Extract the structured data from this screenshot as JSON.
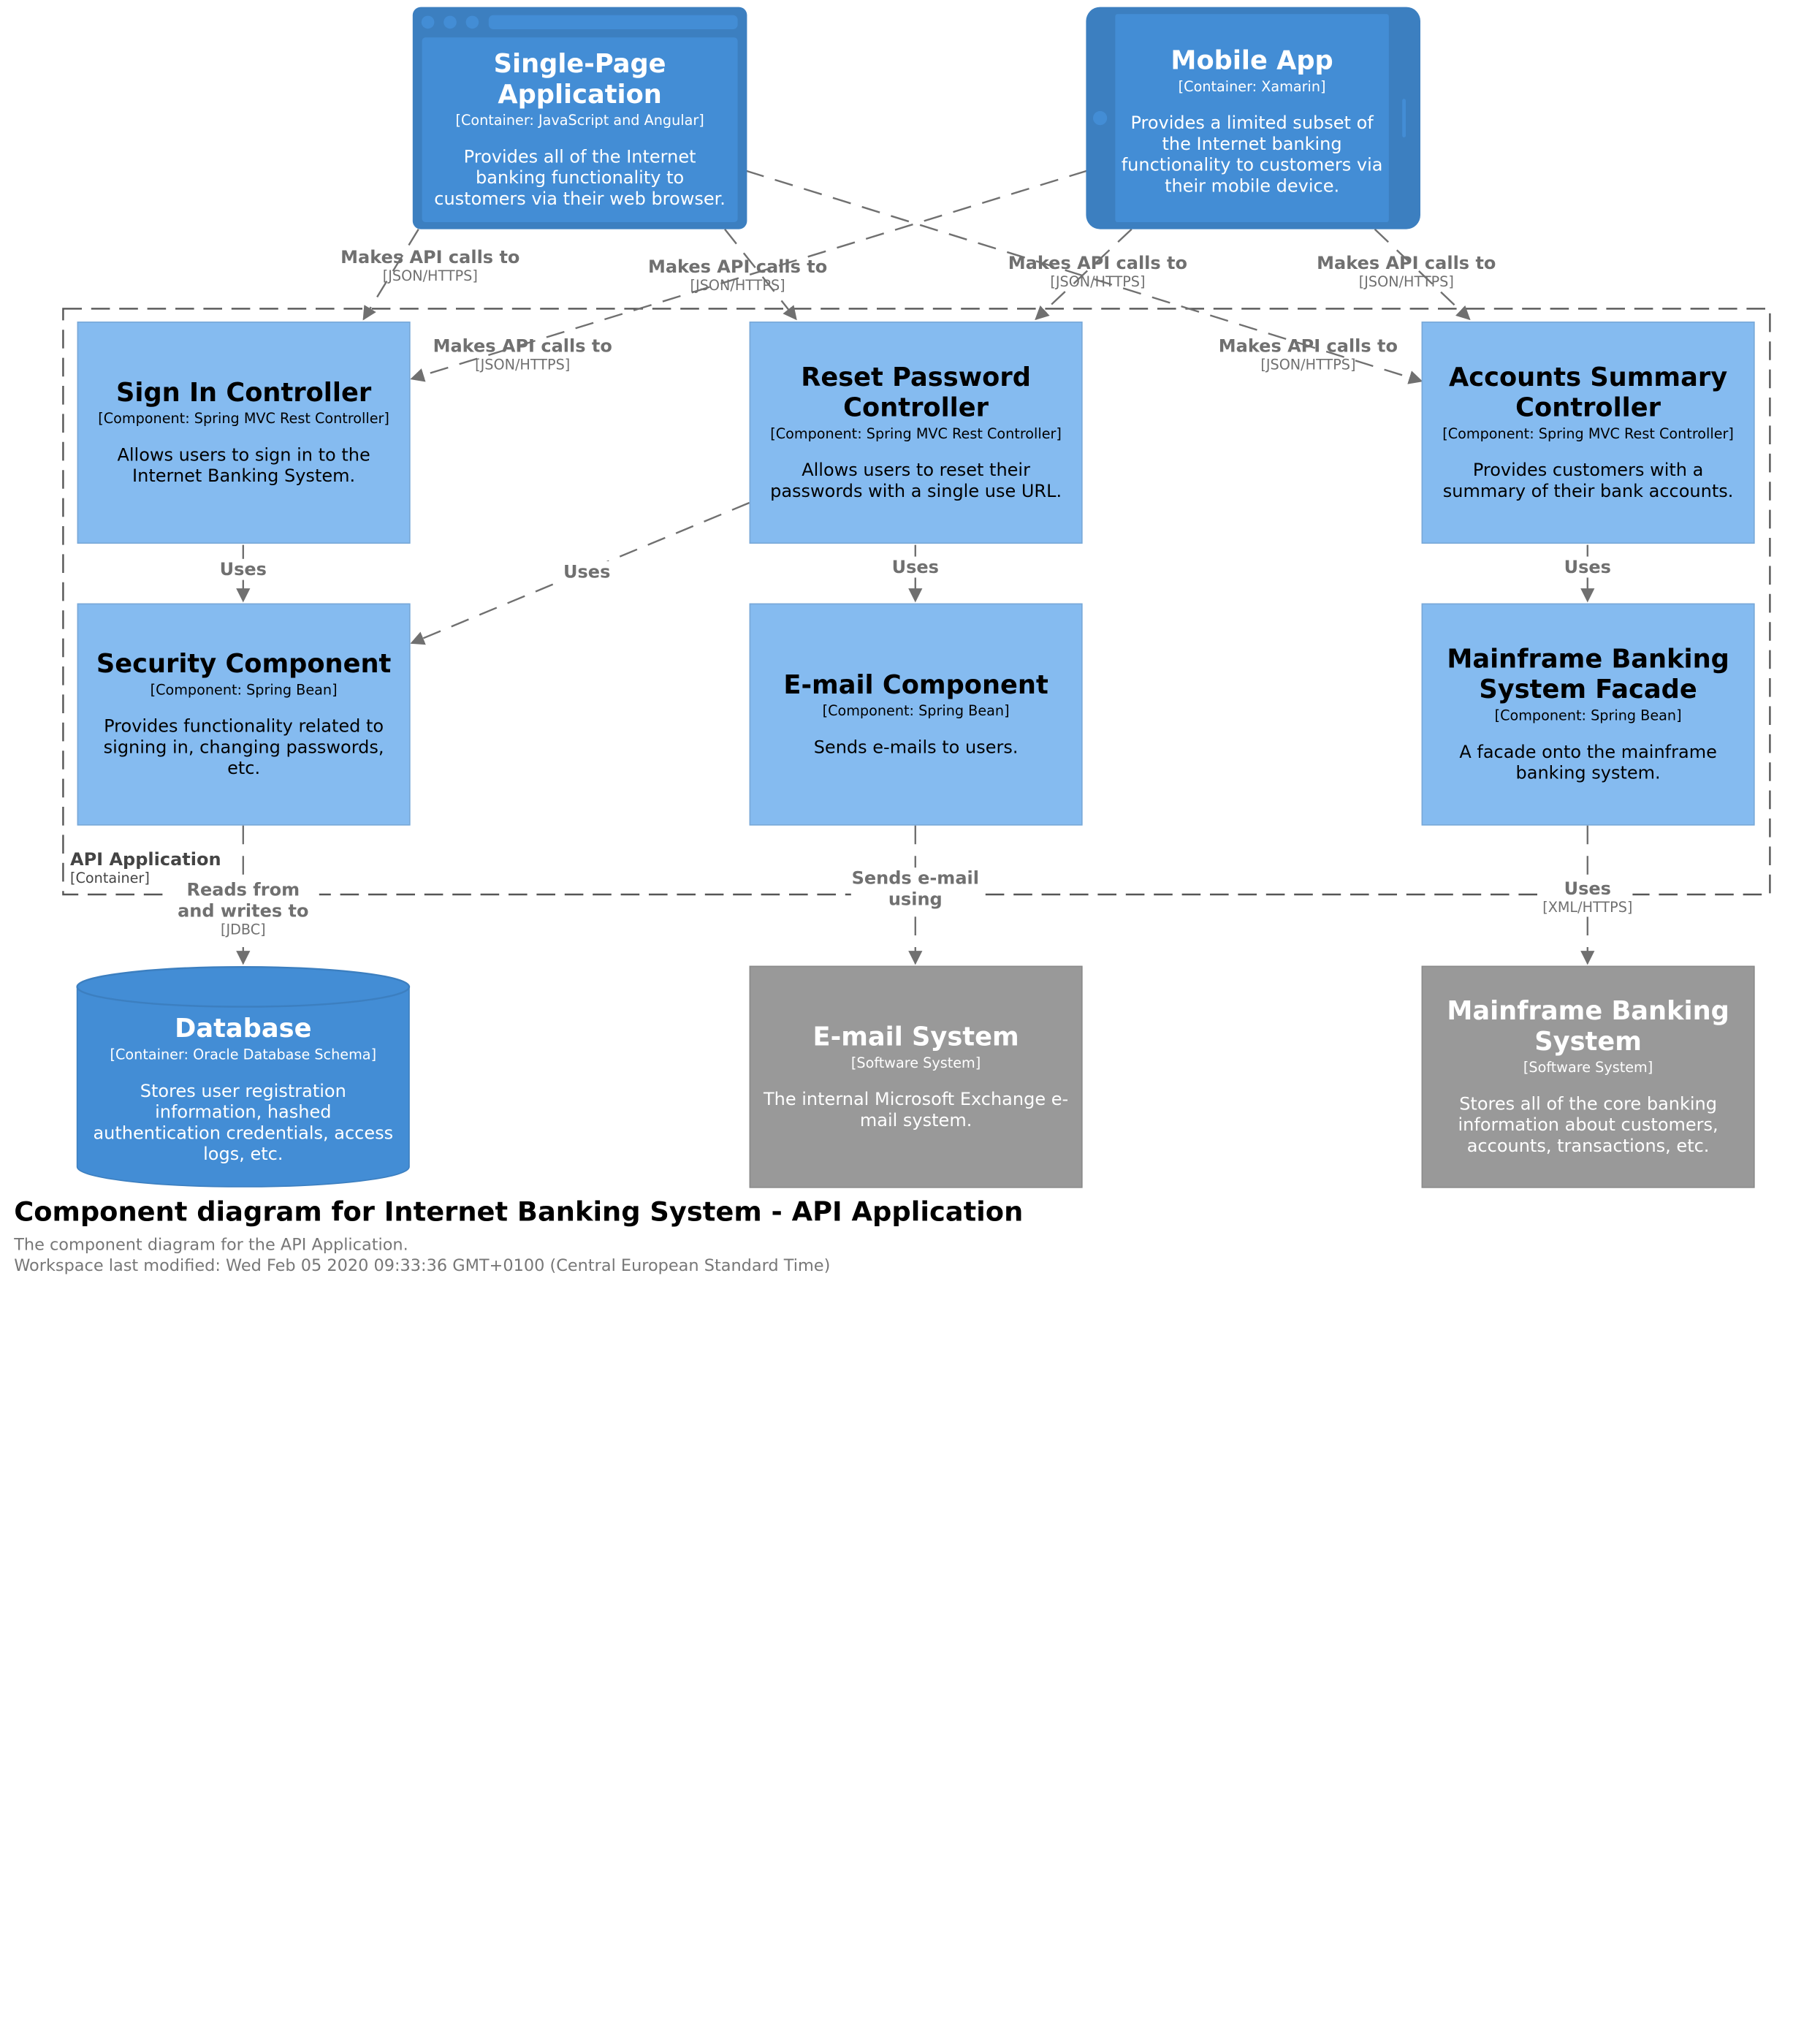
{
  "diagram": {
    "boundary": {
      "name": "API Application",
      "type": "[Container]"
    },
    "nodes": {
      "spa": {
        "title": "Single-Page Application",
        "subtitle": "[Container: JavaScript and Angular]",
        "description": "Provides all of the Internet banking functionality to customers via their web browser."
      },
      "mobile": {
        "title": "Mobile App",
        "subtitle": "[Container: Xamarin]",
        "description": "Provides a limited subset of the Internet banking functionality to customers via their mobile device."
      },
      "signin": {
        "title": "Sign In Controller",
        "subtitle": "[Component: Spring MVC Rest Controller]",
        "description": "Allows users to sign in to the Internet Banking System."
      },
      "reset": {
        "title": "Reset Password Controller",
        "subtitle": "[Component: Spring MVC Rest Controller]",
        "description": "Allows users to reset their passwords with a single use URL."
      },
      "accounts": {
        "title": "Accounts Summary Controller",
        "subtitle": "[Component: Spring MVC Rest Controller]",
        "description": "Provides customers with a summary of their bank accounts."
      },
      "security": {
        "title": "Security Component",
        "subtitle": "[Component: Spring Bean]",
        "description": "Provides functionality related to signing in, changing passwords, etc."
      },
      "email": {
        "title": "E-mail Component",
        "subtitle": "[Component: Spring Bean]",
        "description": "Sends e-mails to users."
      },
      "facade": {
        "title": "Mainframe Banking System Facade",
        "subtitle": "[Component: Spring Bean]",
        "description": "A facade onto the mainframe banking system."
      },
      "database": {
        "title": "Database",
        "subtitle": "[Container: Oracle Database Schema]",
        "description": "Stores user registration information, hashed authentication credentials, access logs, etc."
      },
      "emailsys": {
        "title": "E-mail System",
        "subtitle": "[Software System]",
        "description": "The internal Microsoft Exchange e-mail system."
      },
      "mainframe": {
        "title": "Mainframe Banking System",
        "subtitle": "[Software System]",
        "description": "Stores all of the core banking information about customers, accounts, transactions, etc."
      }
    },
    "relations": [
      {
        "text": "Makes API calls to",
        "tech": "[JSON/HTTPS]"
      },
      {
        "text": "Makes API calls to",
        "tech": "[JSON/HTTPS]"
      },
      {
        "text": "Makes API calls to",
        "tech": "[JSON/HTTPS]"
      },
      {
        "text": "Makes API calls to",
        "tech": "[JSON/HTTPS]"
      },
      {
        "text": "Makes API calls to",
        "tech": "[JSON/HTTPS]"
      },
      {
        "text": "Makes API calls to",
        "tech": "[JSON/HTTPS]"
      },
      {
        "text": "Uses",
        "tech": ""
      },
      {
        "text": "Uses",
        "tech": ""
      },
      {
        "text": "Uses",
        "tech": ""
      },
      {
        "text": "Uses",
        "tech": ""
      },
      {
        "text": "Reads from and writes to",
        "tech": "[JDBC]"
      },
      {
        "text": "Sends e-mail using",
        "tech": ""
      },
      {
        "text": "Uses",
        "tech": "[XML/HTTPS]"
      }
    ]
  },
  "footer": {
    "title": "Component diagram for Internet Banking System - API Application",
    "description": "The component diagram for the API Application.",
    "modified": "Workspace last modified: Wed Feb 05 2020 09:33:36 GMT+0100 (Central European Standard Time)"
  },
  "colors": {
    "component": "#85bbf0",
    "container": "#438dd5",
    "external": "#999999",
    "relation": "#707070"
  }
}
